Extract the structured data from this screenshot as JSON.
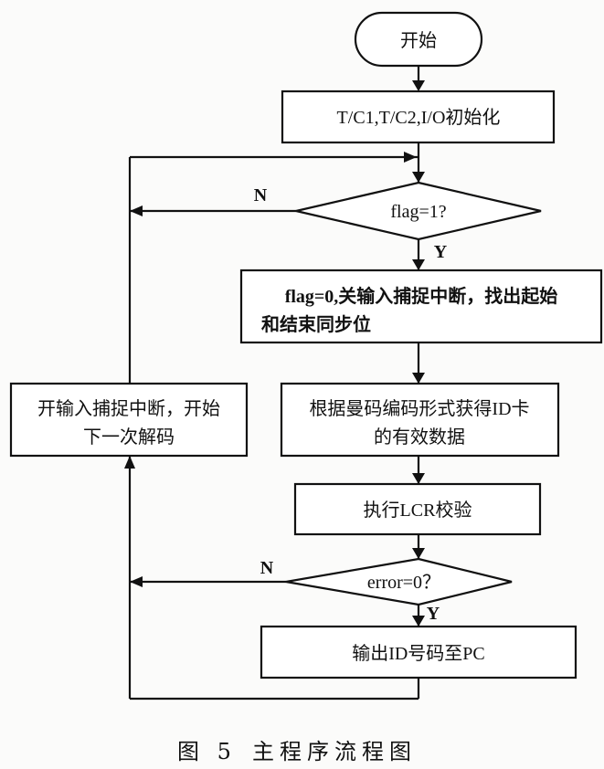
{
  "diagram": {
    "type": "flowchart",
    "nodes": {
      "start": "开始",
      "init": "T/C1,T/C2,I/O初始化",
      "flag_check": "flag=1?",
      "find_sync_line1": "flag=0,关输入捕捉中断，找出起始",
      "find_sync_line2": "和结束同步位",
      "decode_line1": "根据曼码编码形式获得ID卡",
      "decode_line2": "的有效数据",
      "lcr_check": "执行LCR校验",
      "error_check": "error=0？",
      "output_id": "输出ID号码至PC",
      "restart_line1": "开输入捕捉中断，开始",
      "restart_line2": "下一次解码"
    },
    "edge_labels": {
      "flag_no": "N",
      "flag_yes": "Y",
      "error_no": "N",
      "error_yes": "Y"
    },
    "edges": [
      {
        "from": "start",
        "to": "init"
      },
      {
        "from": "init",
        "to": "flag_check"
      },
      {
        "from": "flag_check",
        "to": "find_sync",
        "label": "Y"
      },
      {
        "from": "flag_check",
        "to": "flag_check",
        "label": "N",
        "via": "left loop"
      },
      {
        "from": "find_sync",
        "to": "decode"
      },
      {
        "from": "decode",
        "to": "lcr_check"
      },
      {
        "from": "lcr_check",
        "to": "error_check"
      },
      {
        "from": "error_check",
        "to": "output_id",
        "label": "Y"
      },
      {
        "from": "error_check",
        "to": "restart",
        "label": "N"
      },
      {
        "from": "output_id",
        "to": "restart"
      },
      {
        "from": "restart",
        "to": "flag_check"
      }
    ]
  },
  "caption": {
    "figure": "图 5",
    "title": "主程序流程图"
  }
}
